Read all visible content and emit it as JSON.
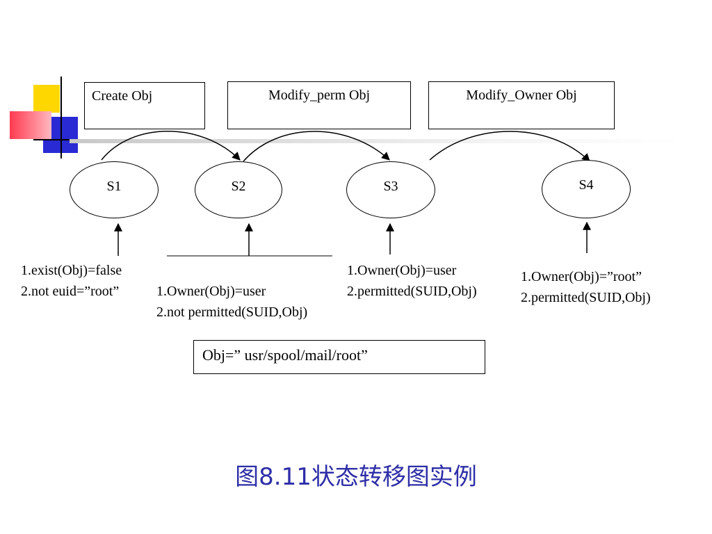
{
  "operations": [
    {
      "id": "create",
      "label": "Create Obj"
    },
    {
      "id": "modify-perm",
      "label": "Modify_perm Obj"
    },
    {
      "id": "modify-owner",
      "label": "Modify_Owner Obj"
    }
  ],
  "states": [
    {
      "id": "s1",
      "label": "S1"
    },
    {
      "id": "s2",
      "label": "S2"
    },
    {
      "id": "s3",
      "label": "S3"
    },
    {
      "id": "s4",
      "label": "S4"
    }
  ],
  "conditions": {
    "s1": [
      "1.exist(Obj)=false",
      "2.not euid=”root”"
    ],
    "s2": [
      "1.Owner(Obj)=user",
      "2.not permitted(SUID,Obj)"
    ],
    "s3": [
      "1.Owner(Obj)=user",
      "2.permitted(SUID,Obj)"
    ],
    "s4": [
      "1.Owner(Obj)=”root”",
      "2.permitted(SUID,Obj)"
    ]
  },
  "object_definition": "Obj=” usr/spool/mail/root”",
  "caption": "图8.11状态转移图实例",
  "colors": {
    "caption": "#2e2ea8",
    "decor_yellow": "#ffd700",
    "decor_red": "#ff5a6e",
    "decor_blue": "#2a2ad4"
  }
}
